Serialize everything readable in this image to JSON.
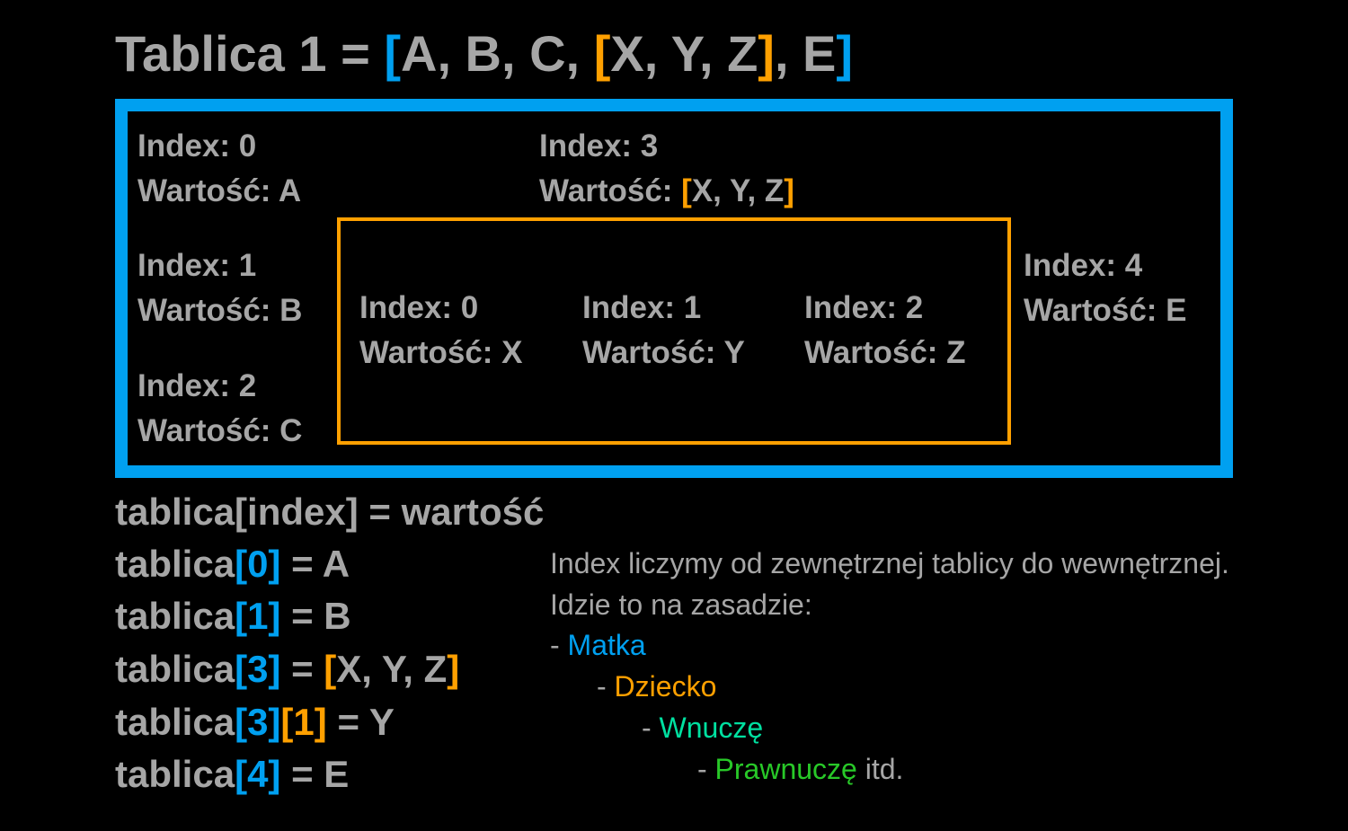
{
  "title": {
    "prefix": "Tablica 1 = ",
    "open_outer": "[",
    "items_before": "A, B, C, ",
    "open_inner": "[",
    "inner_items": "X, Y, Z",
    "close_inner": "]",
    "items_after": ", E",
    "close_outer": "]"
  },
  "outer_cells": [
    {
      "index": "Index: 0",
      "value_label": "Wartość: ",
      "value": "A"
    },
    {
      "index": "Index: 1",
      "value_label": "Wartość: ",
      "value": "B"
    },
    {
      "index": "Index: 2",
      "value_label": "Wartość: ",
      "value": "C"
    },
    {
      "index": "Index: 3",
      "value_label": "Wartość: ",
      "value_open": "[",
      "value": "X, Y, Z",
      "value_close": "]"
    },
    {
      "index": "Index: 4",
      "value_label": "Wartość: ",
      "value": "E"
    }
  ],
  "inner_cells": [
    {
      "index": "Index: 0",
      "value_label": "Wartość: ",
      "value": "X"
    },
    {
      "index": "Index: 1",
      "value_label": "Wartość: ",
      "value": "Y"
    },
    {
      "index": "Index: 2",
      "value_label": "Wartość: ",
      "value": "Z"
    }
  ],
  "code": {
    "general": "tablica[index] = wartość",
    "name": "tablica",
    "lines": [
      {
        "idx": "0",
        "result": " = A"
      },
      {
        "idx": "1",
        "result": " = B"
      },
      {
        "idx": "3",
        "result_prefix": " = ",
        "result_open": "[",
        "result": "X, Y, Z",
        "result_close": "]"
      },
      {
        "idx": "3",
        "idx2": "1",
        "result": " = Y"
      },
      {
        "idx": "4",
        "result": " = E"
      }
    ],
    "open": "[",
    "close": "]"
  },
  "notes": {
    "line1": "Index liczymy od zewnętrznej tablicy do wewnętrznej.",
    "line2": "Idzie to na zasadzie:",
    "dash": "- ",
    "level1": "Matka",
    "level2": "Dziecko",
    "level3": "Wnuczę",
    "level4": "Prawnuczę",
    "suffix": " itd."
  },
  "colors": {
    "background": "#000000",
    "text": "#a6a6a6",
    "outer_array": "#00a0f0",
    "inner_array": "#ffa000",
    "grandchild": "#00e0a0",
    "great_grandchild": "#28c828"
  }
}
